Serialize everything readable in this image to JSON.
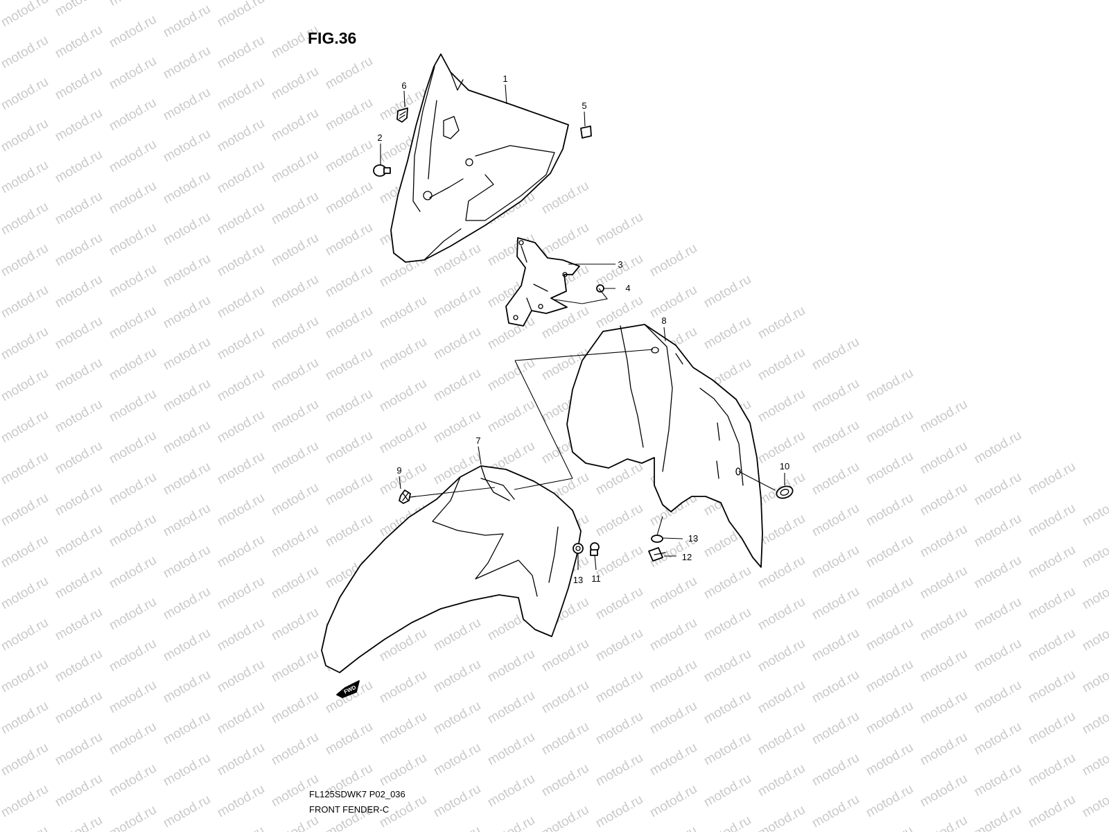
{
  "figure": {
    "title": "FIG.36",
    "model_code": "FL125SDWK7 P02_036",
    "section_name": "FRONT FENDER-C",
    "watermark": "motod.ru",
    "direction_label": "FWD"
  },
  "callouts": {
    "c1": "1",
    "c2": "2",
    "c3": "3",
    "c4": "4",
    "c5": "5",
    "c6": "6",
    "c7": "7",
    "c8": "8",
    "c9": "9",
    "c10": "10",
    "c11": "11",
    "c12": "12",
    "c13a": "13",
    "c13b": "13"
  }
}
